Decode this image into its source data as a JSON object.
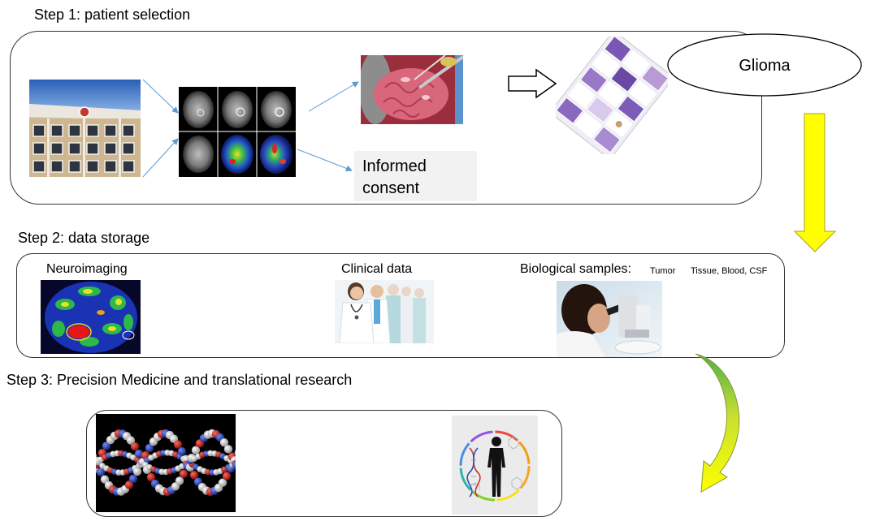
{
  "step1": {
    "title": "Step 1: patient selection",
    "glioma": "Glioma",
    "consent": "Informed consent"
  },
  "step2": {
    "title": "Step 2: data storage",
    "neuroimaging": "Neuroimaging",
    "clinical": "Clinical data",
    "biological": "Biological samples:",
    "tumor": "Tumor",
    "samples_list": "Tissue, Blood, CSF"
  },
  "step3": {
    "title": "Step 3: Precision Medicine and translational research"
  },
  "colors": {
    "connector": "#5b9bd5",
    "flow_arrow": "#ffff00",
    "curved_arrow_top": "#4caf50",
    "curved_arrow_bottom": "#ffff00",
    "border": "#333333"
  },
  "images": {
    "step1": [
      "hospital-building-photo",
      "mri-scan-grid",
      "brain-surgery-photo",
      "histology-slides-photo"
    ],
    "step2": [
      "neuroimaging-pet-scan",
      "clinicians-photo",
      "microscope-researcher-photo"
    ],
    "step3": [
      "dna-molecule-image",
      "precision-medicine-human-image"
    ]
  }
}
